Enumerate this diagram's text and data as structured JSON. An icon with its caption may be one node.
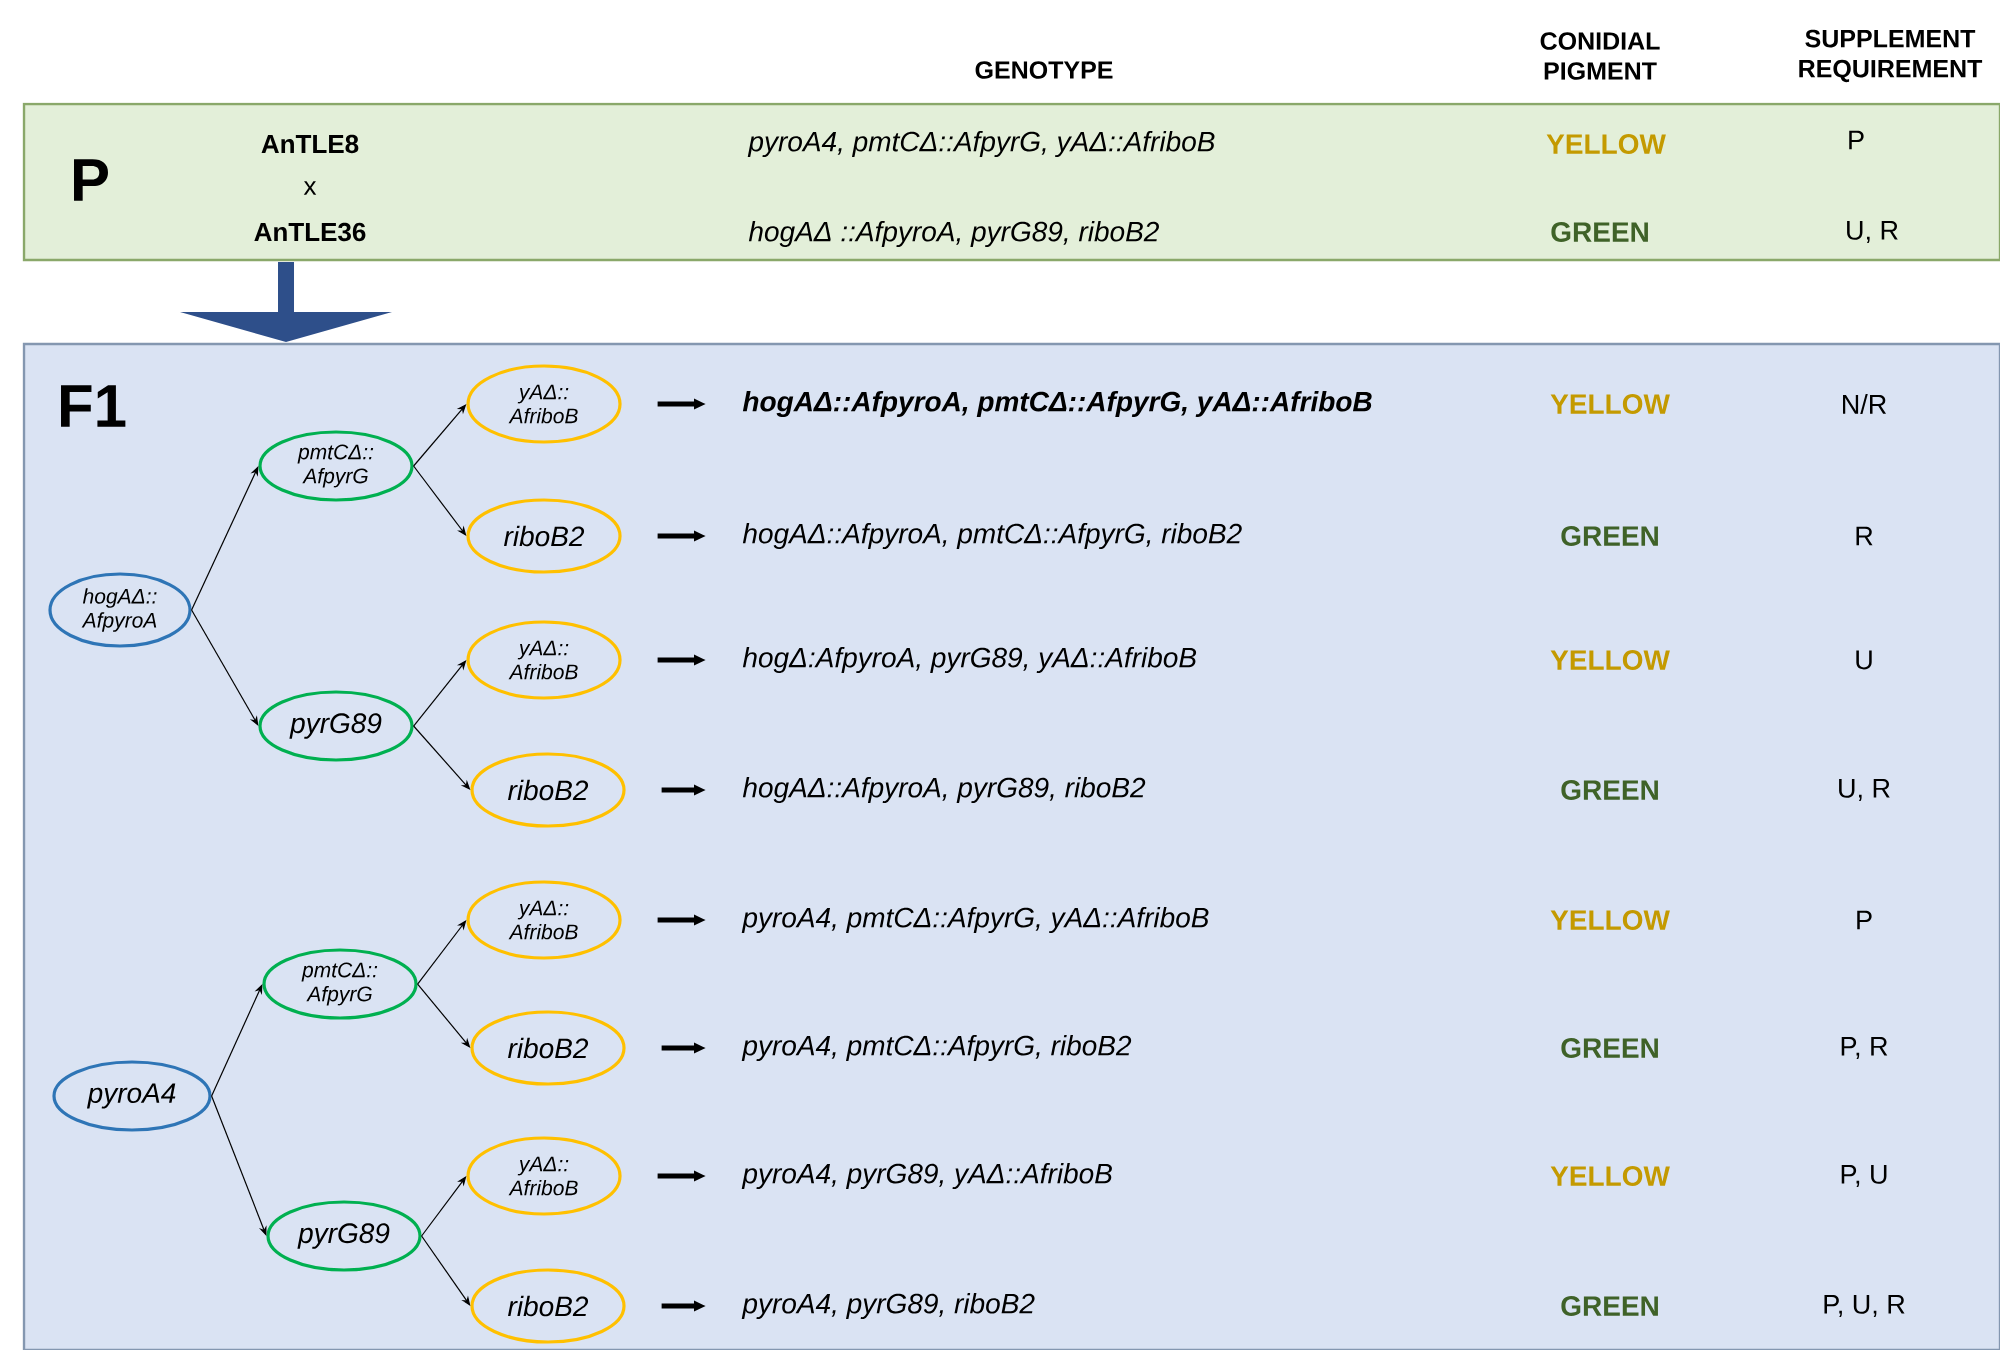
{
  "diagram": {
    "nodes": [
      {
        "text": [
          "P",
          "AnTLE8",
          "x",
          "AnTLE36",
          "pyroA4, pmtCΔ::AfpyrG, yAΔ::AfriboB",
          "YELLOW",
          "P",
          "hogAΔ ::AfpyroA, pyrG89, riboB2",
          "GREEN",
          "U, R"
        ]
      },
      {
        "text": [
          "F1",
          "YELLOW",
          "N/R",
          "GREEN",
          "R",
          "YELLOW",
          "U",
          "GREEN",
          "U, R",
          "YELLOW",
          "P",
          "GREEN",
          "P, R",
          "YELLOW",
          "P, U",
          "GREEN",
          "P, U, R"
        ]
      },
      {
        "text": [
          "hogAΔ:: AfpyroA"
        ],
        "in": 1
      },
      {
        "text": [
          "pmtCΔ:: AfpyrG"
        ],
        "in": 1
      },
      {
        "text": [
          "yAΔ:: AfriboB"
        ],
        "in": 1
      },
      {
        "text": [
          "riboB2"
        ],
        "in": 1
      },
      {
        "text": [
          "pyrG89"
        ],
        "in": 1
      },
      {
        "text": [
          "yAΔ:: AfriboB"
        ],
        "in": 1
      },
      {
        "text": [
          "riboB2"
        ],
        "in": 1
      },
      {
        "text": [
          "pyroA4"
        ],
        "in": 1
      },
      {
        "text": [
          "pmtCΔ:: AfpyrG"
        ],
        "in": 1
      },
      {
        "text": [
          "yAΔ:: AfriboB"
        ],
        "in": 1
      },
      {
        "text": [
          "riboB2"
        ],
        "in": 1
      },
      {
        "text": [
          "pyrG89"
        ],
        "in": 1
      },
      {
        "text": [
          "yAΔ:: AfriboB"
        ],
        "in": 1
      },
      {
        "text": [
          "riboB2"
        ],
        "in": 1
      },
      {
        "text": [
          "hogAΔ::AfpyroA, pmtCΔ::AfpyrG, yAΔ::AfriboB"
        ],
        "in": 1
      },
      {
        "text": [
          "hogAΔ::AfpyroA, pmtCΔ::AfpyrG, riboB2"
        ],
        "in": 1
      },
      {
        "text": [
          "hogΔ:AfpyroA, pyrG89, yAΔ::AfriboB"
        ],
        "in": 1
      },
      {
        "text": [
          "hogAΔ::AfpyroA, pyrG89, riboB2"
        ],
        "in": 1
      },
      {
        "text": [
          "pyroA4, pmtCΔ::AfpyrG, yAΔ::AfriboB"
        ],
        "in": 1
      },
      {
        "text": [
          "pyroA4, pmtCΔ::AfpyrG, riboB2"
        ],
        "in": 1
      },
      {
        "text": [
          "pyroA4, pyrG89, yAΔ::AfriboB"
        ],
        "in": 1
      },
      {
        "text": [
          "pyroA4, pyrG89, riboB2"
        ],
        "in": 1
      }
    ],
    "edges": [
      {
        "from": 0,
        "to": 1,
        "arrow": "to",
        "style": "thick",
        "color": "#2e4f8a"
      },
      {
        "from": 2,
        "to": 3,
        "arrow": "to"
      },
      {
        "from": 2,
        "to": 6,
        "arrow": "to"
      },
      {
        "from": 3,
        "to": 4,
        "arrow": "to"
      },
      {
        "from": 3,
        "to": 5,
        "arrow": "to"
      },
      {
        "from": 6,
        "to": 7,
        "arrow": "to"
      },
      {
        "from": 6,
        "to": 8,
        "arrow": "to"
      },
      {
        "from": 9,
        "to": 10,
        "arrow": "to"
      },
      {
        "from": 9,
        "to": 13,
        "arrow": "to"
      },
      {
        "from": 10,
        "to": 11,
        "arrow": "to"
      },
      {
        "from": 10,
        "to": 12,
        "arrow": "to"
      },
      {
        "from": 13,
        "to": 14,
        "arrow": "to"
      },
      {
        "from": 13,
        "to": 15,
        "arrow": "to"
      },
      {
        "from": 4,
        "to": 16,
        "arrow": "to",
        "style": "thick"
      },
      {
        "from": 5,
        "to": 17,
        "arrow": "to",
        "style": "thick"
      },
      {
        "from": 7,
        "to": 18,
        "arrow": "to",
        "style": "thick"
      },
      {
        "from": 8,
        "to": 19,
        "arrow": "to",
        "style": "thick"
      },
      {
        "from": 11,
        "to": 20,
        "arrow": "to",
        "style": "thick"
      },
      {
        "from": 12,
        "to": 21,
        "arrow": "to",
        "style": "thick"
      },
      {
        "from": 14,
        "to": 22,
        "arrow": "to",
        "style": "thick"
      },
      {
        "from": 15,
        "to": 23,
        "arrow": "to",
        "style": "thick"
      }
    ],
    "labels": [
      "GENOTYPE",
      "CONIDIAL PIGMENT",
      "SUPPLEMENT REQUIREMENT"
    ]
  }
}
